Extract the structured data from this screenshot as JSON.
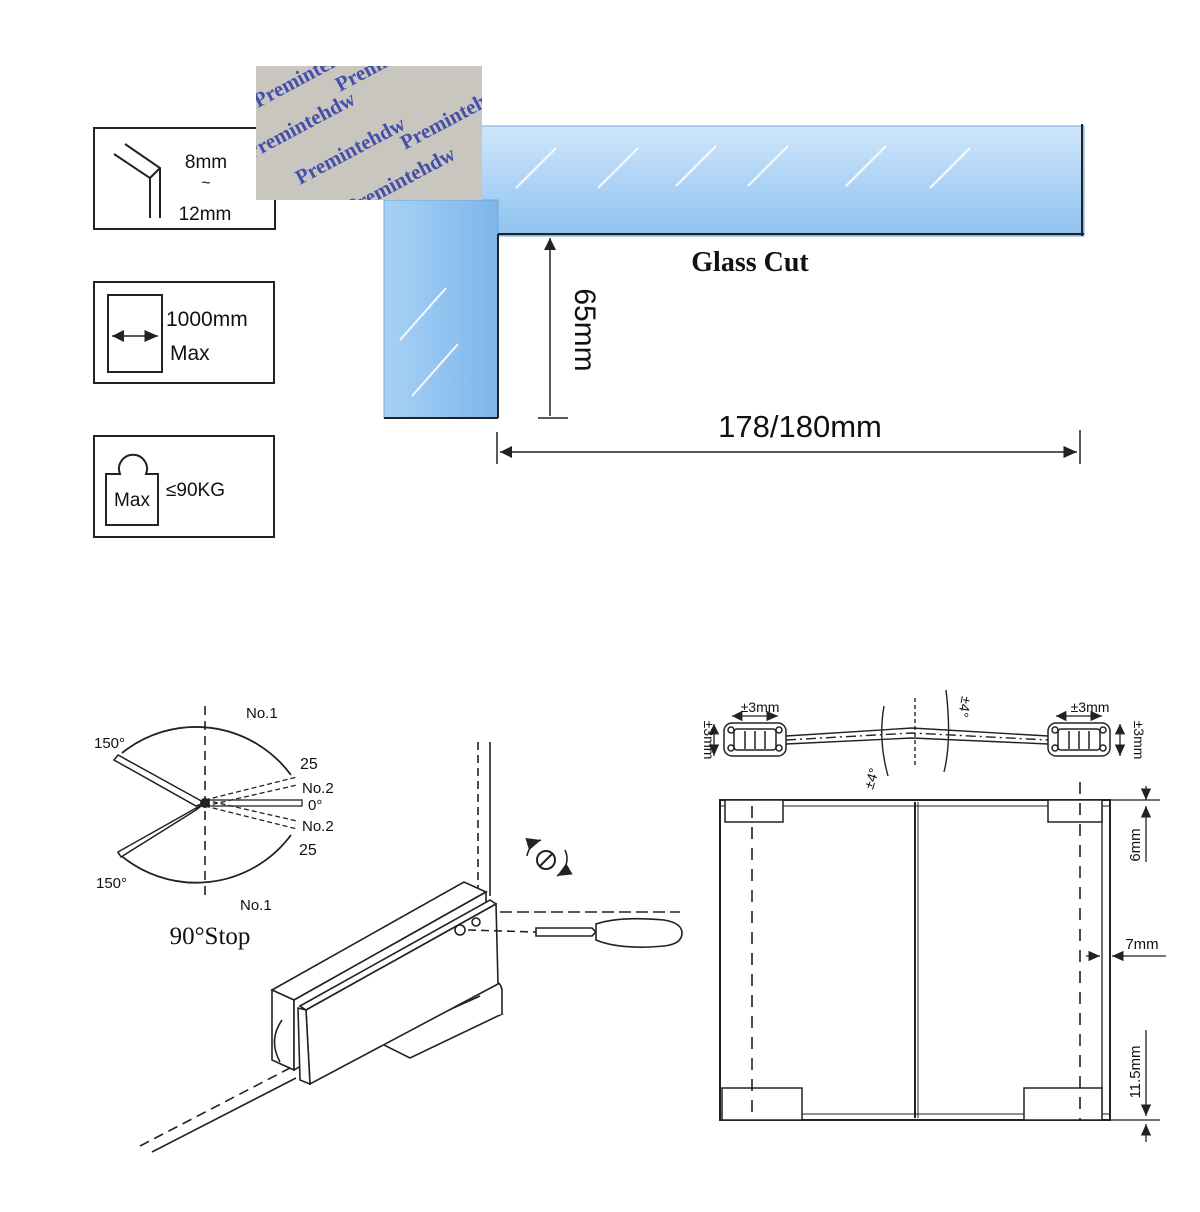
{
  "spec_boxes": {
    "thickness": {
      "min": "8mm",
      "tilde": "~",
      "max": "12mm"
    },
    "width": {
      "value": "1000mm",
      "suffix": "Max"
    },
    "weight": {
      "prefix": "Max",
      "value": "≤90KG"
    }
  },
  "watermark": {
    "text": "Premintehdw"
  },
  "glass_cut": {
    "title": "Glass Cut",
    "height": "65mm",
    "length": "178/180mm"
  },
  "stop_diagram": {
    "caption": "90°Stop",
    "label_no1_top": "No.1",
    "label_no1_bottom": "No.1",
    "label_150_top": "150°",
    "label_150_bottom": "150°",
    "label_25_top": "25",
    "label_25_bottom": "25",
    "label_no2_top": "No.2",
    "label_no2_bottom": "No.2",
    "label_zero": "0°"
  },
  "adjust_plan": {
    "left_h": "±3mm",
    "left_v": "±3mm",
    "right_h": "±3mm",
    "right_v": "±3mm",
    "angle_top": "±4°",
    "angle_bottom": "±4°"
  },
  "door_elevation": {
    "top_gap": "6mm",
    "side_gap": "7mm",
    "bottom_gap": "11.5mm"
  },
  "colors": {
    "glass_fill": "#a9d2f5",
    "glass_edge": "#6fa6da",
    "watermark_bg": "#c9c6c0",
    "watermark_text": "#3d4aa8"
  }
}
